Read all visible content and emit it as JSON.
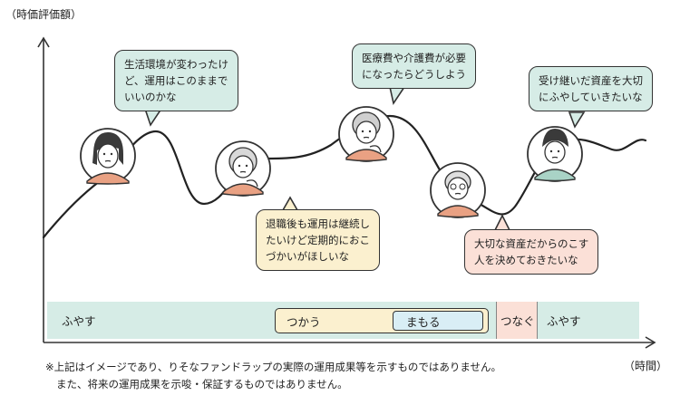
{
  "axis": {
    "y_label": "（時価評価額）",
    "x_label": "（時間）"
  },
  "bubbles": [
    {
      "lines": [
        "生活環境が変わったけ",
        "ど、運用はこのままで",
        "いいのかな"
      ],
      "color": "#d6ece6"
    },
    {
      "lines": [
        "退職後も運用は継続し",
        "たいけど定期的におこ",
        "づかいがほしいな"
      ],
      "color": "#fbf0cf"
    },
    {
      "lines": [
        "医療費や介護費が必要",
        "になったらどうしよう"
      ],
      "color": "#d6ece6"
    },
    {
      "lines": [
        "大切な資産だからのこす",
        "人を決めておきたいな"
      ],
      "color": "#fbe0d7"
    },
    {
      "lines": [
        "受け継いだ資産を大切",
        "にふやしていきたいな"
      ],
      "color": "#d6ece6"
    }
  ],
  "phases": [
    {
      "label": "ふやす",
      "color": "#d6ece6"
    },
    {
      "label": "つかう",
      "color": "#fbf0cf"
    },
    {
      "label": "まもる",
      "color": "#d9eef5"
    },
    {
      "label": "つなぐ",
      "color": "#fbe0d7"
    },
    {
      "label": "ふやす",
      "color": "#d6ece6"
    }
  ],
  "note": [
    "※上記はイメージであり、りそなファンドラップの実際の運用成果等を示すものではありません。",
    "また、将来の運用成果を示唆・保証するものではありません。"
  ]
}
